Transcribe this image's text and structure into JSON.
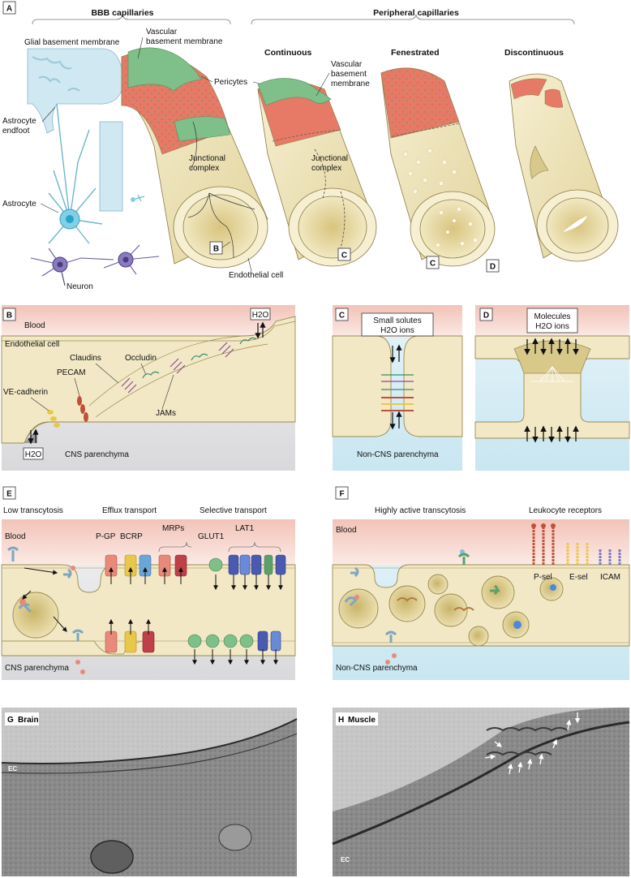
{
  "panel_a": {
    "letter": "A",
    "bbb_title": "BBB capillaries",
    "peripheral_title": "Peripheral capillaries",
    "glial_bm": "Glial basement membrane",
    "vascular_bm_1": "Vascular",
    "vascular_bm_2": "basement membrane",
    "pericytes": "Pericytes",
    "astrocyte_endfoot_1": "Astrocyte",
    "astrocyte_endfoot_2": "endfoot",
    "astrocyte": "Astrocyte",
    "neuron": "Neuron",
    "junctional_1": "Junctional",
    "junctional_2": "complex",
    "endothelial_cell": "Endothelial cell",
    "continuous": "Continuous",
    "fenestrated": "Fenestrated",
    "discontinuous": "Discontinuous",
    "vbm_cont_1": "Vascular",
    "vbm_cont_2": "basement",
    "vbm_cont_3": "membrane",
    "junc_cont_1": "Junctional",
    "junc_cont_2": "complex",
    "callout_b": "B",
    "callout_c1": "C",
    "callout_c2": "C",
    "callout_d": "D"
  },
  "panel_b": {
    "letter": "B",
    "blood": "Blood",
    "endothelial_cell": "Endothelial cell",
    "claudins": "Claudins",
    "occludin": "Occludin",
    "pecam": "PECAM",
    "ve_cadherin": "VE-cadherin",
    "jams": "JAMs",
    "h2o_top": "H2O",
    "h2o_bottom": "H2O",
    "cns": "CNS parenchyma"
  },
  "panel_c": {
    "letter": "C",
    "box_1": "Small solutes",
    "box_2": "H2O ions",
    "parenchyma": "Non-CNS parenchyma"
  },
  "panel_d": {
    "letter": "D",
    "box_1": "Molecules",
    "box_2": "H2O ions"
  },
  "panel_e": {
    "letter": "E",
    "low_transcytosis": "Low transcytosis",
    "efflux": "Efflux transport",
    "selective": "Selective transport",
    "blood": "Blood",
    "pgp": "P-GP",
    "bcrp": "BCRP",
    "mrps": "MRPs",
    "glut1": "GLUT1",
    "lat1": "LAT1",
    "cns": "CNS parenchyma"
  },
  "panel_f": {
    "letter": "F",
    "transcytosis": "Highly active transcytosis",
    "leukocyte": "Leukocyte receptors",
    "blood": "Blood",
    "psel": "P-sel",
    "esel": "E-sel",
    "icam": "ICAM",
    "parenchyma": "Non-CNS parenchyma"
  },
  "panel_g": {
    "label": "G",
    "title": "Brain",
    "ec": "EC"
  },
  "panel_h": {
    "label": "H",
    "title": "Muscle",
    "ec": "EC"
  },
  "colors": {
    "tube": "#efe6bf",
    "tube_dark": "#d8c98a",
    "pericyte": "#7fbf8a",
    "membrane": "#e67a66",
    "astro": "#cfe8f2",
    "blood": "#f6d6cf",
    "cns": "#e4e4e6",
    "noncns": "#d8eef6"
  }
}
